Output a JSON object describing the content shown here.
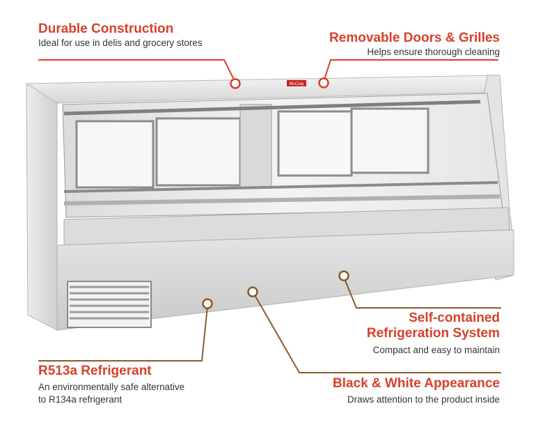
{
  "colors": {
    "accent_red": "#d7402b",
    "accent_brown": "#8a5a2b",
    "marker_ring": "#d7402b"
  },
  "brand_badge": "McCray",
  "callouts": [
    {
      "title": "Durable Construction",
      "desc": "Ideal for use in delis and grocery stores"
    },
    {
      "title": "Removable Doors & Grilles",
      "desc": "Helps ensure thorough cleaning"
    },
    {
      "title_line1": "Self-contained",
      "title_line2": "Refrigeration System",
      "desc": "Compact and easy to maintain"
    },
    {
      "title": "R513a Refrigerant",
      "desc_line1": "An environmentally safe alternative",
      "desc_line2": "to R134a refrigerant"
    },
    {
      "title": "Black & White Appearance",
      "desc": "Draws attention to the product inside"
    }
  ]
}
